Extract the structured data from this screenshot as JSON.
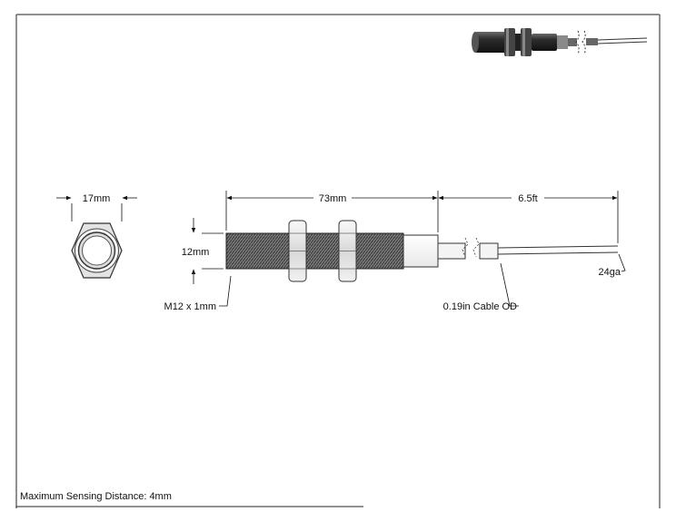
{
  "dimensions": {
    "hex_width": "17mm",
    "body_length": "73mm",
    "cable_length": "6.5ft",
    "body_diameter": "12mm",
    "thread_spec": "M12 x 1mm",
    "cable_od": "0.19in Cable OD",
    "wire_gauge": "24ga"
  },
  "notes": {
    "sensing_distance": "Maximum Sensing Distance: 4mm"
  }
}
